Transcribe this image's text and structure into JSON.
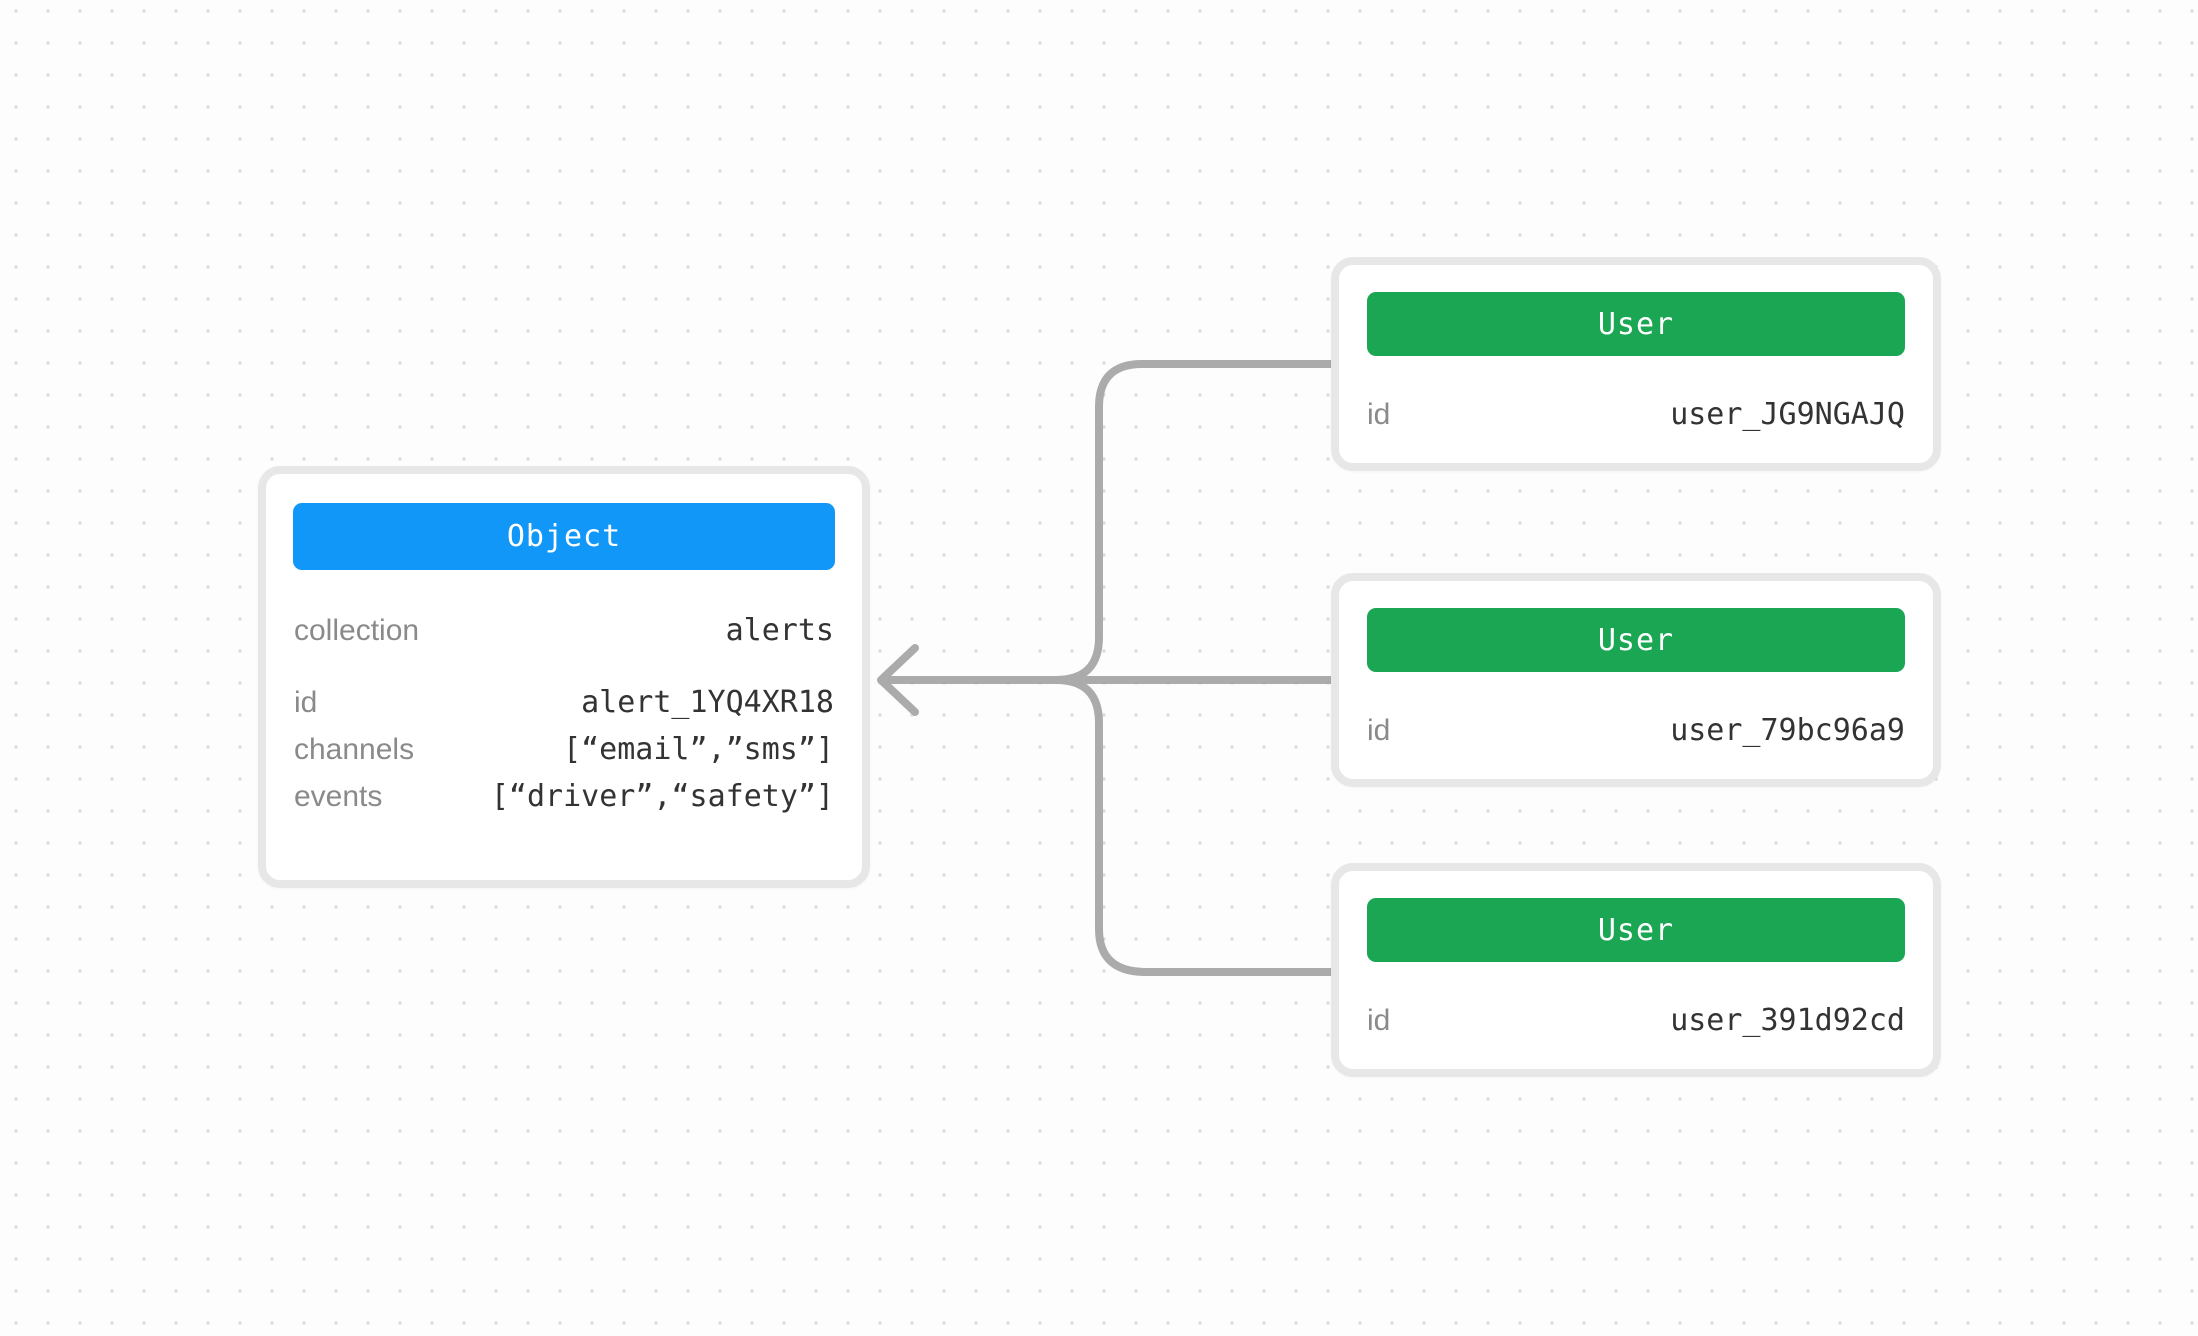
{
  "canvas": {
    "background_color": "#fdfdfd",
    "dot_grid_color": "#dcdcdc"
  },
  "connector": {
    "color": "#ababab",
    "arrow_direction": "left"
  },
  "object_card": {
    "header_label": "Object",
    "header_color": "#1197f7",
    "rows": [
      {
        "label": "collection",
        "value": "alerts"
      },
      {
        "label": "id",
        "value": "alert_1YQ4XR18"
      },
      {
        "label": "channels",
        "value": "[“email”,”sms”]"
      },
      {
        "label": "events",
        "value": "[“driver”,“safety”]"
      }
    ]
  },
  "user_cards": {
    "header_color": "#1aa653",
    "items": [
      {
        "header_label": "User",
        "id_label": "id",
        "id_value": "user_JG9NGAJQ"
      },
      {
        "header_label": "User",
        "id_label": "id",
        "id_value": "user_79bc96a9"
      },
      {
        "header_label": "User",
        "id_label": "id",
        "id_value": "user_391d92cd"
      }
    ]
  }
}
